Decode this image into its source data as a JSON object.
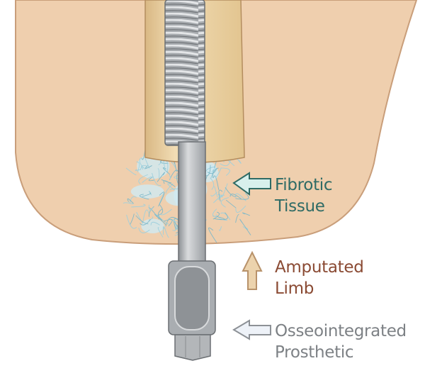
{
  "labels": {
    "fibrotic": [
      "Fibrotic",
      "Tissue"
    ],
    "amputated": [
      "Amputated",
      "Limb"
    ],
    "osseo": [
      "Osseointegrated",
      "Prosthetic"
    ]
  },
  "colors": {
    "skin": "#efcfae",
    "skin_stroke": "#c99e7a",
    "bone": "#e9cf9f",
    "fibrotic_text": "#2f6b65",
    "amputated_text": "#8a4a33",
    "osseo_text": "#7d8185",
    "metal": "#b9bcbf"
  }
}
